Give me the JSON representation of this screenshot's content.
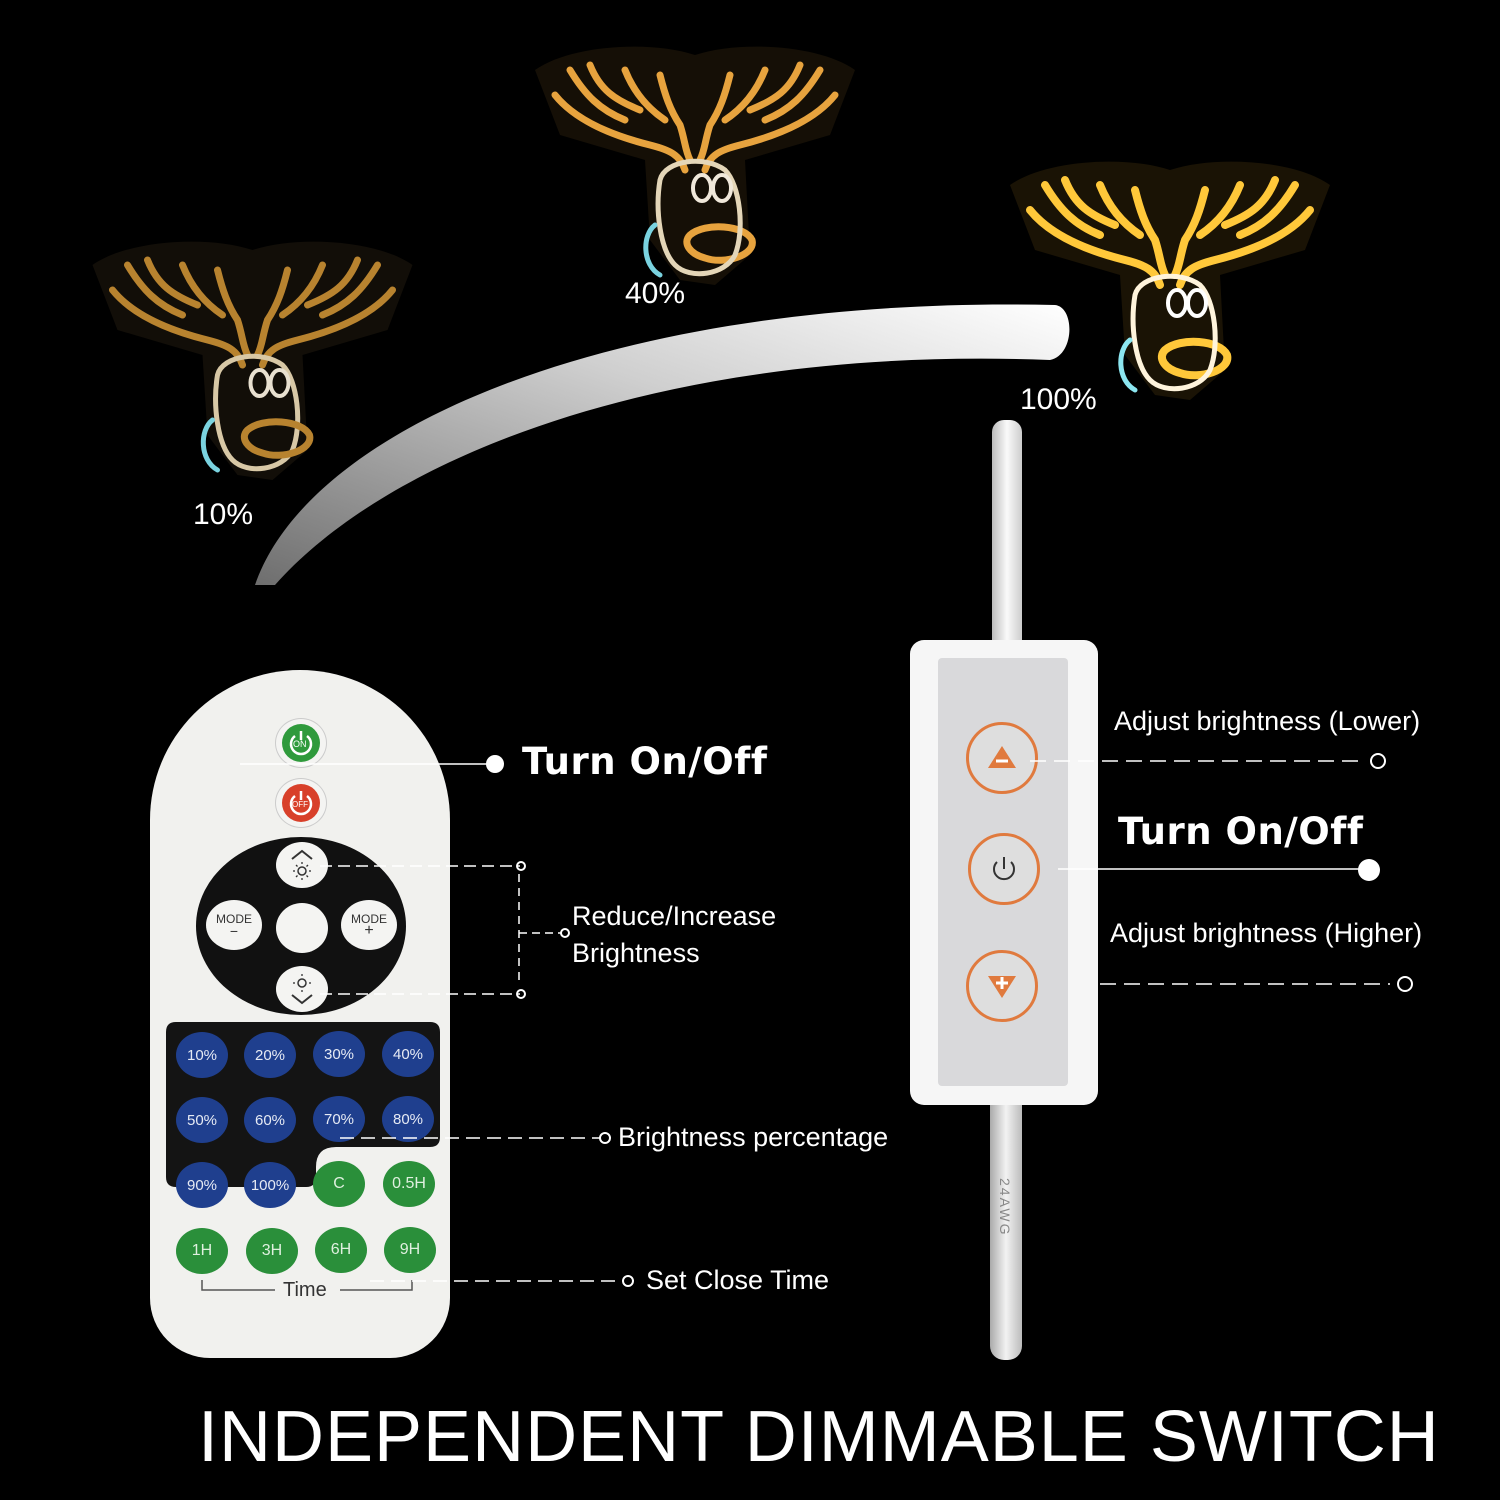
{
  "brightness_levels": {
    "low": "10%",
    "mid": "40%",
    "high": "100%"
  },
  "remote": {
    "on_label": "ON",
    "off_label": "OFF",
    "mode_minus_label": "MODE",
    "mode_minus_symbol": "−",
    "mode_plus_label": "MODE",
    "mode_plus_symbol": "+",
    "percent_buttons": [
      "10%",
      "20%",
      "30%",
      "40%",
      "50%",
      "60%",
      "70%",
      "80%",
      "90%",
      "100%"
    ],
    "c_button": "C",
    "half_hour_button": "0.5H",
    "time_buttons": [
      "1H",
      "3H",
      "6H",
      "9H"
    ],
    "time_label": "Time"
  },
  "callouts": {
    "remote_power": "Turn On/Off",
    "brightness_adjust": "Reduce/Increase\nBrightness",
    "brightness_percentage": "Brightness percentage",
    "close_time": "Set Close Time",
    "inline_lower": "Adjust brightness (Lower)",
    "inline_power": "Turn On/Off",
    "inline_higher": "Adjust brightness (Higher)"
  },
  "cable_print": "24AWG",
  "headline": "INDEPENDENT DIMMABLE SWITCH",
  "colors": {
    "background": "#000000",
    "neon_dim": "#b8832f",
    "neon_mid": "#e7a33e",
    "neon_bright": "#ffc83a",
    "remote_blue": "#1f3f8e",
    "remote_green": "#2a8f3a",
    "on_green": "#2f9a3c",
    "off_red": "#d8402a",
    "controller_accent": "#e07a3e"
  },
  "icons": [
    "reindeer-neon-sign",
    "power-icon",
    "sun-up-icon",
    "sun-down-icon",
    "triangle-up-icon",
    "triangle-down-plus-icon"
  ]
}
